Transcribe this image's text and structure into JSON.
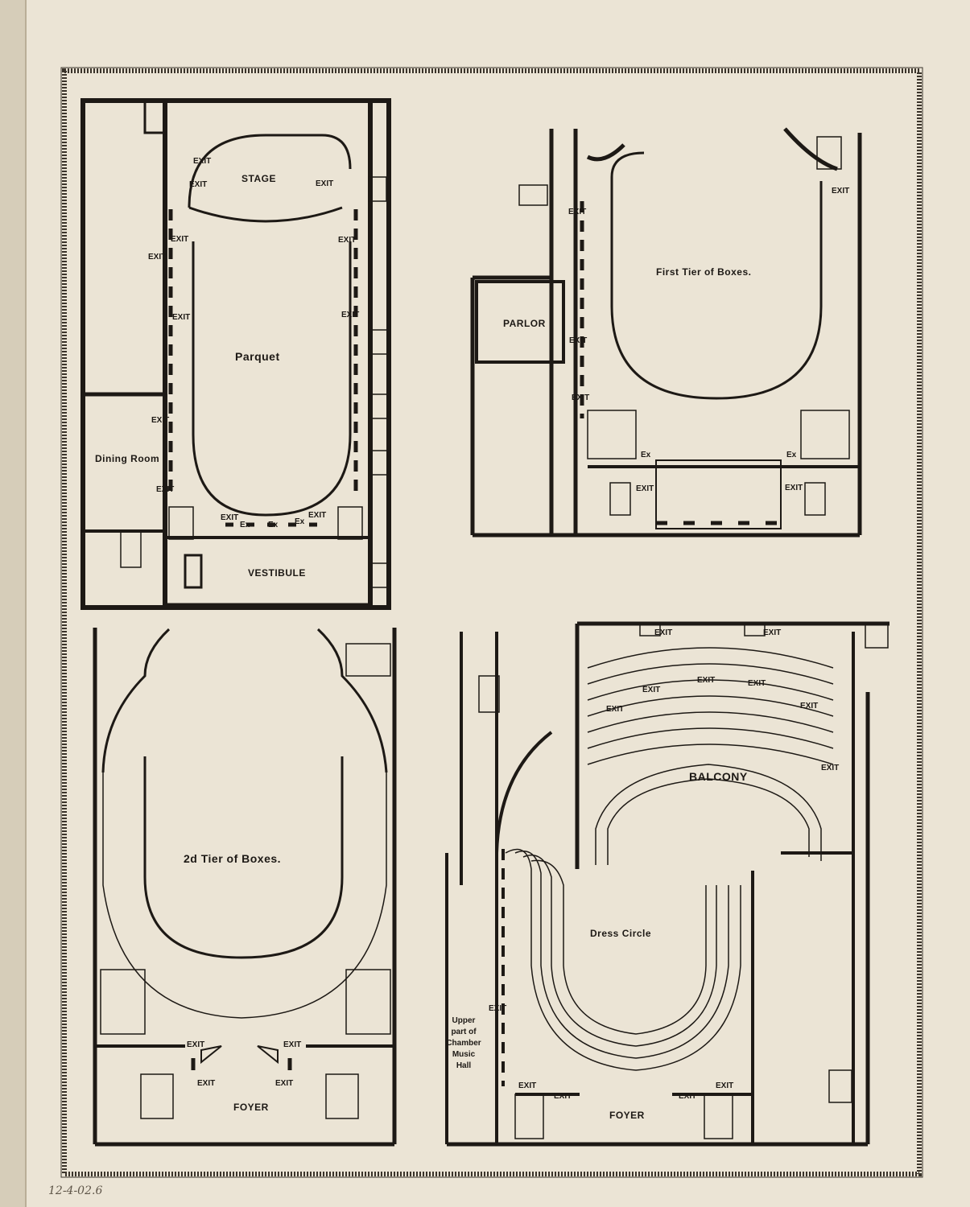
{
  "colors": {
    "paper": "#ebe4d5",
    "ink": "#1d1915",
    "border": "#3a332a",
    "pencil": "#5e5548"
  },
  "plans": {
    "parquet": {
      "title": "Parquet",
      "stage": "STAGE",
      "vestibule": "VESTIBULE",
      "dining_room": "Dining Room",
      "exit": "EXIT",
      "ex": "Ex"
    },
    "first_tier": {
      "title": "First Tier of Boxes.",
      "parlor": "PARLOR",
      "exit": "EXIT",
      "ex": "Ex"
    },
    "second_tier": {
      "title": "2d Tier of Boxes.",
      "foyer": "FOYER",
      "exit": "EXIT"
    },
    "balcony": {
      "title": "BALCONY",
      "dress_circle": "Dress Circle",
      "foyer": "FOYER",
      "chamber_note": "Upper part of Chamber Music Hall",
      "exit": "EXIT"
    }
  },
  "pencil_note": "12-4-02.6"
}
